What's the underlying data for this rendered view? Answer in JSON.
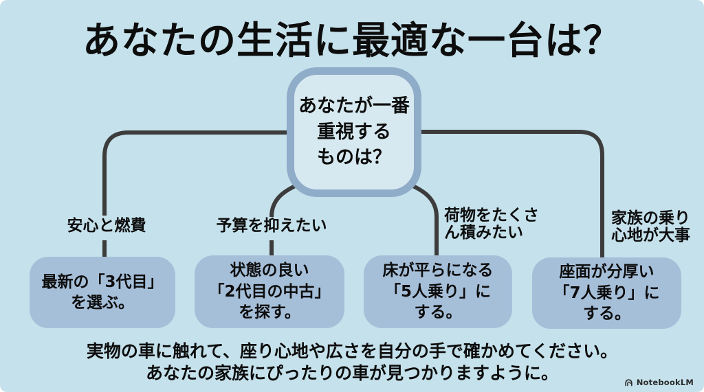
{
  "title": "あなたの生活に最適な一台は？",
  "center_node": {
    "text": "あなたが一番\n重視する\nものは？"
  },
  "branches": [
    {
      "label": "安心と燃費",
      "result": "最新の「3代目」\nを選ぶ。"
    },
    {
      "label": "予算を抑えたい",
      "result": "状態の良い\n「2代目の中古」\nを探す。"
    },
    {
      "label": "荷物をたくさ\nん積みたい",
      "result": "床が平らになる\n「5人乗り」に\nする。"
    },
    {
      "label": "家族の乗り\n心地が大事",
      "result": "座面が分厚い\n「7人乗り」に\nする。"
    }
  ],
  "footer": {
    "line1": "実物の車に触れて、座り心地や広さを自分の手で確かめてください。",
    "line2": "あなたの家族にぴったりの車が見つかりますように。"
  },
  "watermark": {
    "label": "NotebookLM"
  },
  "colors": {
    "bg": "#c5e1eb",
    "node-fill": "#d7e9f0",
    "node-border": "#8facc9",
    "box-fill": "#a6bfd9",
    "line": "#3c3c3c",
    "text": "#0d0d0d"
  }
}
